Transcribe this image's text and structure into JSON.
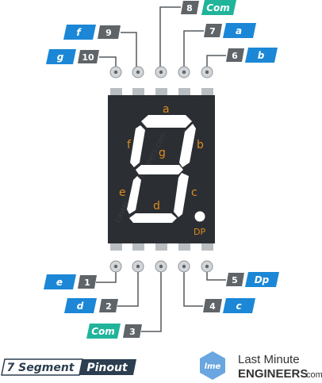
{
  "colors": {
    "segment_tag": "#1b87d6",
    "common_tag": "#20b49a",
    "pin_number": "#5f6468",
    "display_body": "#2b2f33",
    "segment": "#ffffff",
    "segment_label": "#e08a1e",
    "title_dark": "#2c3e50"
  },
  "segment_labels": {
    "a": "a",
    "b": "b",
    "c": "c",
    "d": "d",
    "e": "e",
    "f": "f",
    "g": "g",
    "dp": "DP"
  },
  "watermark": "LastMinuteEngineers.com",
  "top_pins": [
    {
      "number": "10",
      "tag": "g"
    },
    {
      "number": "9",
      "tag": "f"
    },
    {
      "number": "8",
      "tag": "Com"
    },
    {
      "number": "7",
      "tag": "a"
    },
    {
      "number": "6",
      "tag": "b"
    }
  ],
  "bottom_pins": [
    {
      "number": "1",
      "tag": "e"
    },
    {
      "number": "2",
      "tag": "d"
    },
    {
      "number": "3",
      "tag": "Com"
    },
    {
      "number": "4",
      "tag": "c"
    },
    {
      "number": "5",
      "tag": "Dp"
    }
  ],
  "title": {
    "left": "7 Segment",
    "right": "Pinout"
  },
  "brand": {
    "line1": "Last Minute",
    "line2": "ENGINEERS",
    "suffix": ".com",
    "logo_text": "lme"
  }
}
